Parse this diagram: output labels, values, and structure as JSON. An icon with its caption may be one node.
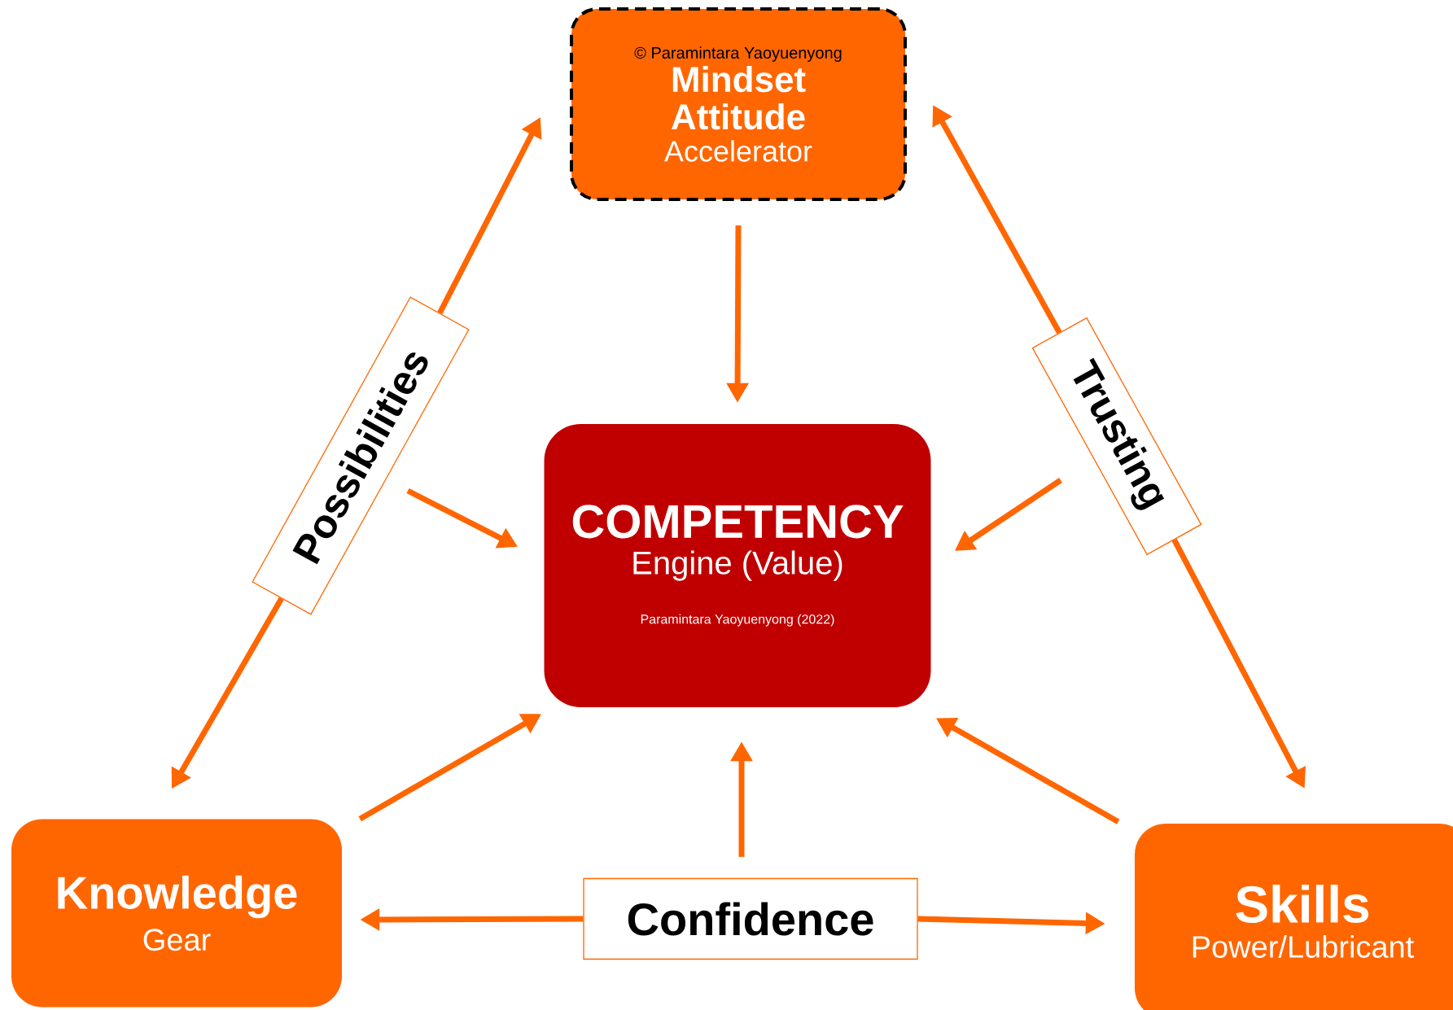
{
  "diagram": {
    "nodes": [
      {
        "text": [
          "© Paramintara Yaoyuenyong",
          "Mindset Attitude",
          "Accelerator"
        ]
      },
      {
        "text": [
          "COMPETENCY",
          "Engine (Value)",
          "Paramintara Yaoyuenyong (2022)"
        ]
      },
      {
        "text": [
          "Knowledge",
          "Gear"
        ]
      },
      {
        "text": [
          "Skills",
          "Power/Lubricant"
        ]
      },
      {
        "text": [
          "Possibilities"
        ]
      },
      {
        "text": [
          "Trusting"
        ]
      },
      {
        "text": [
          "Confidence"
        ]
      }
    ],
    "edges": [
      {
        "from": 4,
        "to": 0,
        "arrow": "to"
      },
      {
        "from": 4,
        "to": 2,
        "arrow": "to"
      },
      {
        "from": 5,
        "to": 0,
        "arrow": "to"
      },
      {
        "from": 5,
        "to": 3,
        "arrow": "to"
      },
      {
        "from": 6,
        "to": 2,
        "arrow": "to"
      },
      {
        "from": 6,
        "to": 3,
        "arrow": "to"
      },
      {
        "from": 0,
        "to": 1,
        "arrow": "to"
      },
      {
        "from": 4,
        "to": 1,
        "arrow": "to"
      },
      {
        "from": 5,
        "to": 1,
        "arrow": "to"
      },
      {
        "from": 6,
        "to": 1,
        "arrow": "to"
      },
      {
        "from": 2,
        "to": 1,
        "arrow": "to"
      },
      {
        "from": 3,
        "to": 1,
        "arrow": "to"
      }
    ]
  }
}
